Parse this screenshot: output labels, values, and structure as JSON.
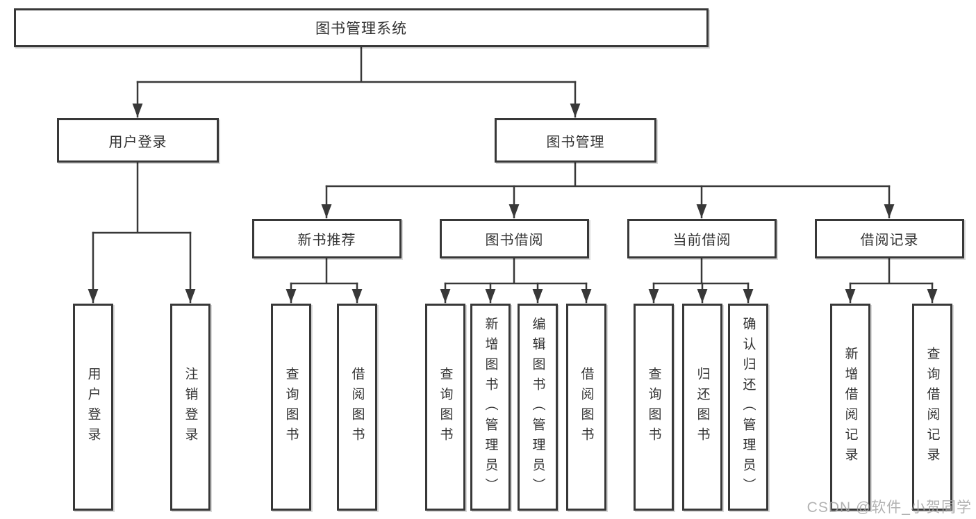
{
  "diagram": {
    "title": "图书管理系统",
    "branch_left": {
      "label": "用户登录",
      "children": [
        "用户登录",
        "注销登录"
      ]
    },
    "branch_right": {
      "label": "图书管理",
      "groups": [
        {
          "label": "新书推荐",
          "children": [
            "查询图书",
            "借阅图书"
          ]
        },
        {
          "label": "图书借阅",
          "children": [
            "查询图书",
            "新增图书（管理员）",
            "编辑图书（管理员）",
            "借阅图书"
          ]
        },
        {
          "label": "当前借阅",
          "children": [
            "查询图书",
            "归还图书",
            "确认归还（管理员）"
          ]
        },
        {
          "label": "借阅记录",
          "children": [
            "新增借阅记录",
            "查询借阅记录"
          ]
        }
      ]
    }
  },
  "watermark": "CSDN @软件_小贺同学",
  "colors": {
    "background": "#ffffff",
    "line": "#383838",
    "box_border": "#383838",
    "box_fill": "#ffffff",
    "text": "#333333",
    "watermark": "#a5a5a5"
  }
}
